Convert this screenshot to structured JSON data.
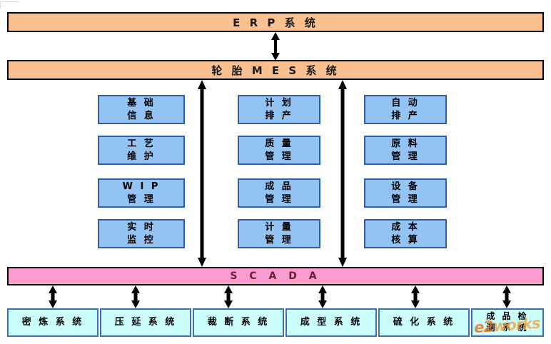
{
  "diagram": {
    "title_top": "ERP 系统",
    "erp": {
      "label": "E R P 系 统"
    },
    "mes": {
      "label": "轮 胎  M E S 系 统"
    },
    "scada": {
      "label": "S C A D A"
    },
    "columns": [
      {
        "name": "column-1",
        "modules": [
          {
            "line1": "基 础",
            "line2": "信 息"
          },
          {
            "line1": "工 艺",
            "line2": "维 护"
          },
          {
            "line1": "W I P",
            "line2": "管 理"
          },
          {
            "line1": "实 时",
            "line2": "监 控"
          }
        ]
      },
      {
        "name": "column-2",
        "modules": [
          {
            "line1": "计 划",
            "line2": "排 产"
          },
          {
            "line1": "质 量",
            "line2": "管 理"
          },
          {
            "line1": "成 品",
            "line2": "管 理"
          },
          {
            "line1": "计 量",
            "line2": "管 理"
          }
        ]
      },
      {
        "name": "column-3",
        "modules": [
          {
            "line1": "自 动",
            "line2": "排 产"
          },
          {
            "line1": "原 料",
            "line2": "管 理"
          },
          {
            "line1": "设 备",
            "line2": "管 理"
          },
          {
            "line1": "成 本",
            "line2": "核 算"
          }
        ]
      }
    ],
    "processes": [
      {
        "line1": "密 炼 系 统",
        "line2": ""
      },
      {
        "line1": "压 延 系 统",
        "line2": ""
      },
      {
        "line1": "裁 断 系 统",
        "line2": ""
      },
      {
        "line1": "成 型 系 统",
        "line2": ""
      },
      {
        "line1": "硫 化 系 统",
        "line2": ""
      },
      {
        "line1": "成 品 检",
        "line2": "测 系 统"
      }
    ],
    "watermark": {
      "part_a": "e2",
      "part_b": "works"
    },
    "colors": {
      "banner_fill": "#fac090",
      "scada_fill": "#fb9bd0",
      "scada_text": "#6b2030",
      "module_fill": "#93c3f2",
      "module_border": "#2f5fa8",
      "process_fill": "#ccfdfd",
      "process_border": "#3e6fb0",
      "arrow": "#000000",
      "outline": "#000000"
    }
  }
}
